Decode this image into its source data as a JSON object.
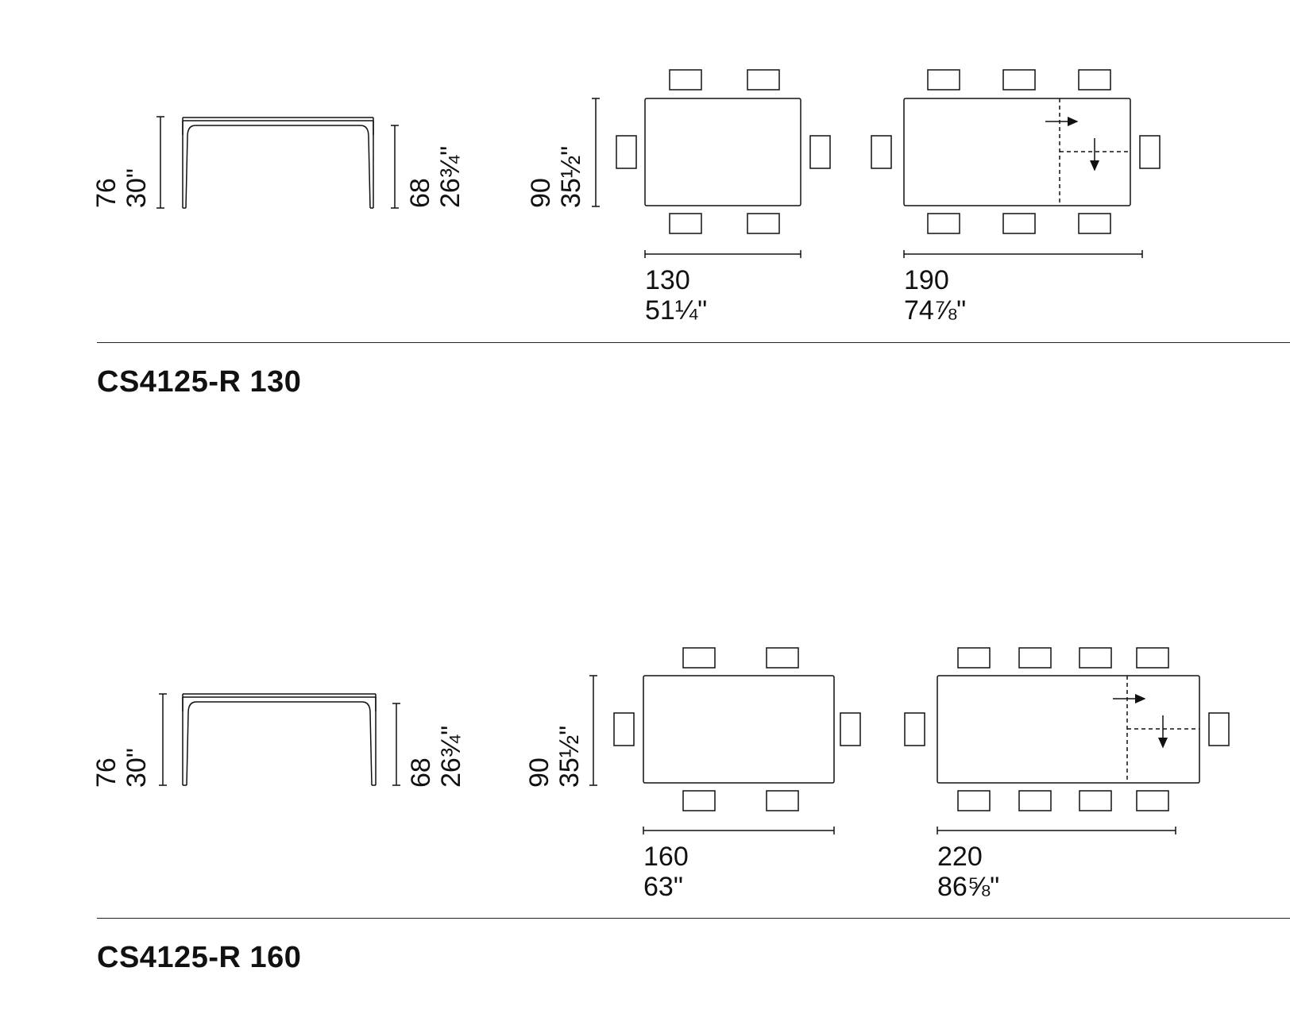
{
  "sections": [
    {
      "title": "CS4125-R 130",
      "side_height": {
        "cm": "76",
        "in": "30\""
      },
      "under_height": {
        "cm": "68",
        "in": "26¾\""
      },
      "depth": {
        "cm": "90",
        "in": "35½\""
      },
      "closed_length": {
        "cm": "130",
        "in": "51¼\""
      },
      "open_length": {
        "cm": "190",
        "in": "74⅞\""
      }
    },
    {
      "title": "CS4125-R 160",
      "side_height": {
        "cm": "76",
        "in": "30\""
      },
      "under_height": {
        "cm": "68",
        "in": "26¾\""
      },
      "depth": {
        "cm": "90",
        "in": "35½\""
      },
      "closed_length": {
        "cm": "160",
        "in": "63\""
      },
      "open_length": {
        "cm": "220",
        "in": "86⅝\""
      }
    }
  ]
}
